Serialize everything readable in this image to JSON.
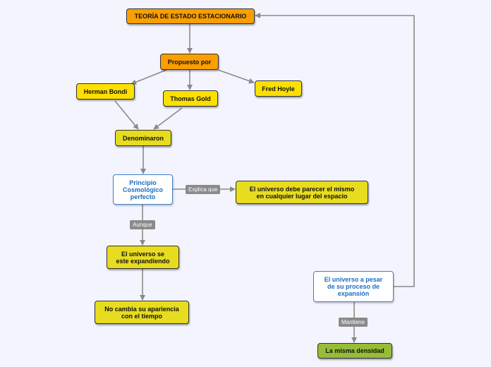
{
  "nodes": {
    "teoria": "TEORÍA DE ESTADO ESTACIONARIO",
    "propuesto": "Propuesto por",
    "bondi": "Herman Bondi",
    "gold": "Thomas Gold",
    "hoyle": "Fred Hoyle",
    "denominaron": "Denominaron",
    "principio": "Principio\nCosmológico\nperfecto",
    "parecer": "El universo debe parecer el mismo\nen cualquier lugar del espacio",
    "expandiendo": "El universo se\neste expandiendo",
    "apariencia": "No cambia su apariencia\ncon el tiempo",
    "expansion": "El universo a pesar\nde su proceso de\nexpansión",
    "densidad": "La misma densidad"
  },
  "edge_labels": {
    "explica": "Explica que",
    "aunque": "Aunque",
    "mantiene": "Mantiene"
  },
  "colors": {
    "orange": "#fb9f00",
    "yellow": "#fde000",
    "olive": "#e7dc1f",
    "green": "#97bd37",
    "blue_text": "#1b6dc1",
    "connector": "#8a8a8a"
  }
}
